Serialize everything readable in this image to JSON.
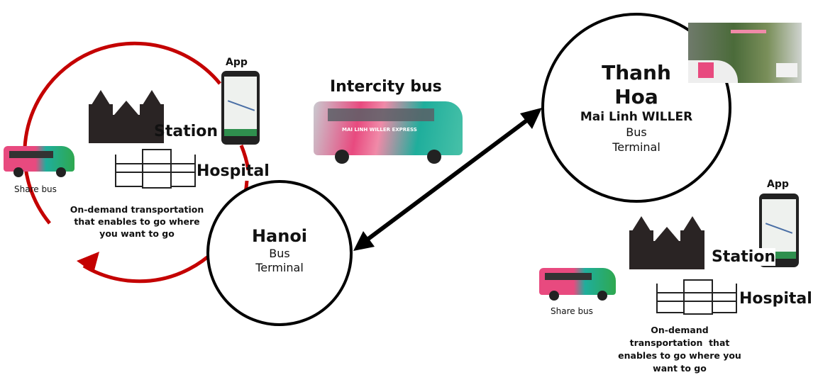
{
  "colors": {
    "loop": "#c40000",
    "arrow": "#000000",
    "bus_pink": "#e84a7f",
    "bus_teal": "#1fae9c",
    "bus_green": "#2fa84f"
  },
  "left_cluster": {
    "app_label": "App",
    "station_label": "Station",
    "hospital_label": "Hospital",
    "share_bus_label": "Share bus",
    "description": [
      "On-demand transportation",
      "that enables to go where",
      "you want to go"
    ]
  },
  "hanoi": {
    "name": "Hanoi",
    "line2": "Bus",
    "line3": "Terminal"
  },
  "intercity": {
    "label": "Intercity bus",
    "bus_livery": "MAI LINH WILLER EXPRESS"
  },
  "thanh_hoa": {
    "name_line1": "Thanh",
    "name_line2": "Hoa",
    "line3": "Mai Linh WILLER",
    "line4": "Bus",
    "line5": "Terminal"
  },
  "right_cluster": {
    "app_label": "App",
    "station_label": "Station",
    "hospital_label": "Hospital",
    "share_bus_label": "Share bus",
    "description": [
      "On-demand",
      "transportation  that",
      "enables to go where you",
      "want to go"
    ]
  }
}
